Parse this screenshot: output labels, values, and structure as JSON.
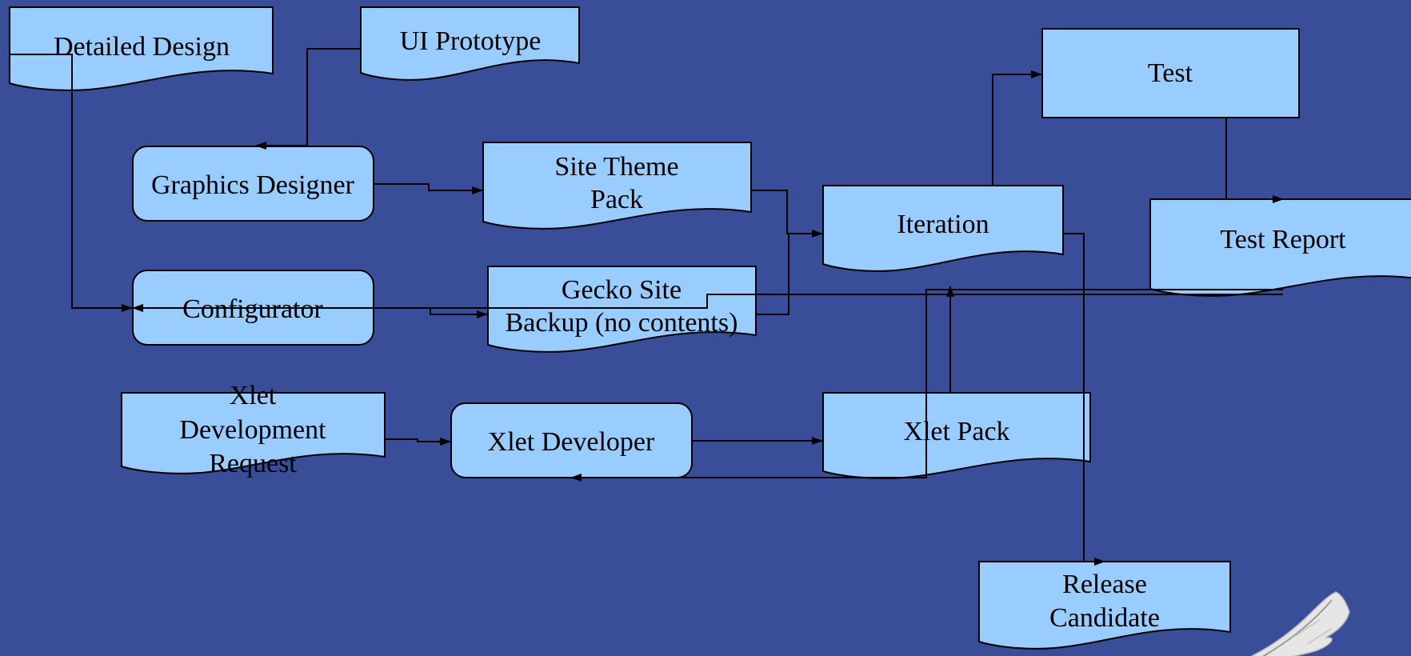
{
  "colors": {
    "background": "#3a4d98",
    "node_fill": "#99ccff",
    "node_stroke": "#000000",
    "connector": "#000000"
  },
  "nodes": {
    "detailed_design": {
      "label": [
        "Detailed Design"
      ],
      "shape": "document"
    },
    "ui_prototype": {
      "label": [
        "UI Prototype"
      ],
      "shape": "document"
    },
    "graphics_designer": {
      "label": [
        "Graphics Designer"
      ],
      "shape": "rounded-process"
    },
    "site_theme_pack": {
      "label": [
        "Site Theme",
        "Pack"
      ],
      "shape": "document"
    },
    "configurator": {
      "label": [
        "Configurator"
      ],
      "shape": "rounded-process"
    },
    "gecko_site_backup": {
      "label": [
        "Gecko Site",
        "Backup (no contents)"
      ],
      "shape": "document"
    },
    "iteration": {
      "label": [
        "Iteration"
      ],
      "shape": "document"
    },
    "test": {
      "label": [
        "Test"
      ],
      "shape": "process"
    },
    "test_report": {
      "label": [
        "Test Report"
      ],
      "shape": "document"
    },
    "xlet_dev_request": {
      "label": [
        "Xlet",
        "Development",
        "Request"
      ],
      "shape": "document"
    },
    "xlet_developer": {
      "label": [
        "Xlet Developer"
      ],
      "shape": "rounded-process"
    },
    "xlet_pack": {
      "label": [
        "Xlet Pack"
      ],
      "shape": "document"
    },
    "release_candidate": {
      "label": [
        "Release",
        "Candidate"
      ],
      "shape": "document"
    }
  },
  "edges": [
    {
      "from": "ui_prototype",
      "to": "graphics_designer"
    },
    {
      "from": "detailed_design",
      "to": "configurator"
    },
    {
      "from": "graphics_designer",
      "to": "site_theme_pack"
    },
    {
      "from": "configurator",
      "to": "gecko_site_backup"
    },
    {
      "from": "site_theme_pack",
      "to": "iteration"
    },
    {
      "from": "gecko_site_backup",
      "to": "iteration"
    },
    {
      "from": "iteration",
      "to": "test"
    },
    {
      "from": "test",
      "to": "test_report"
    },
    {
      "from": "test_report",
      "to": "configurator"
    },
    {
      "from": "xlet_dev_request",
      "to": "xlet_developer"
    },
    {
      "from": "xlet_developer",
      "to": "xlet_pack"
    },
    {
      "from": "xlet_pack",
      "to": "iteration"
    },
    {
      "from": "iteration",
      "to": "release_candidate"
    },
    {
      "from": "test_report",
      "to": "xlet_developer"
    }
  ]
}
